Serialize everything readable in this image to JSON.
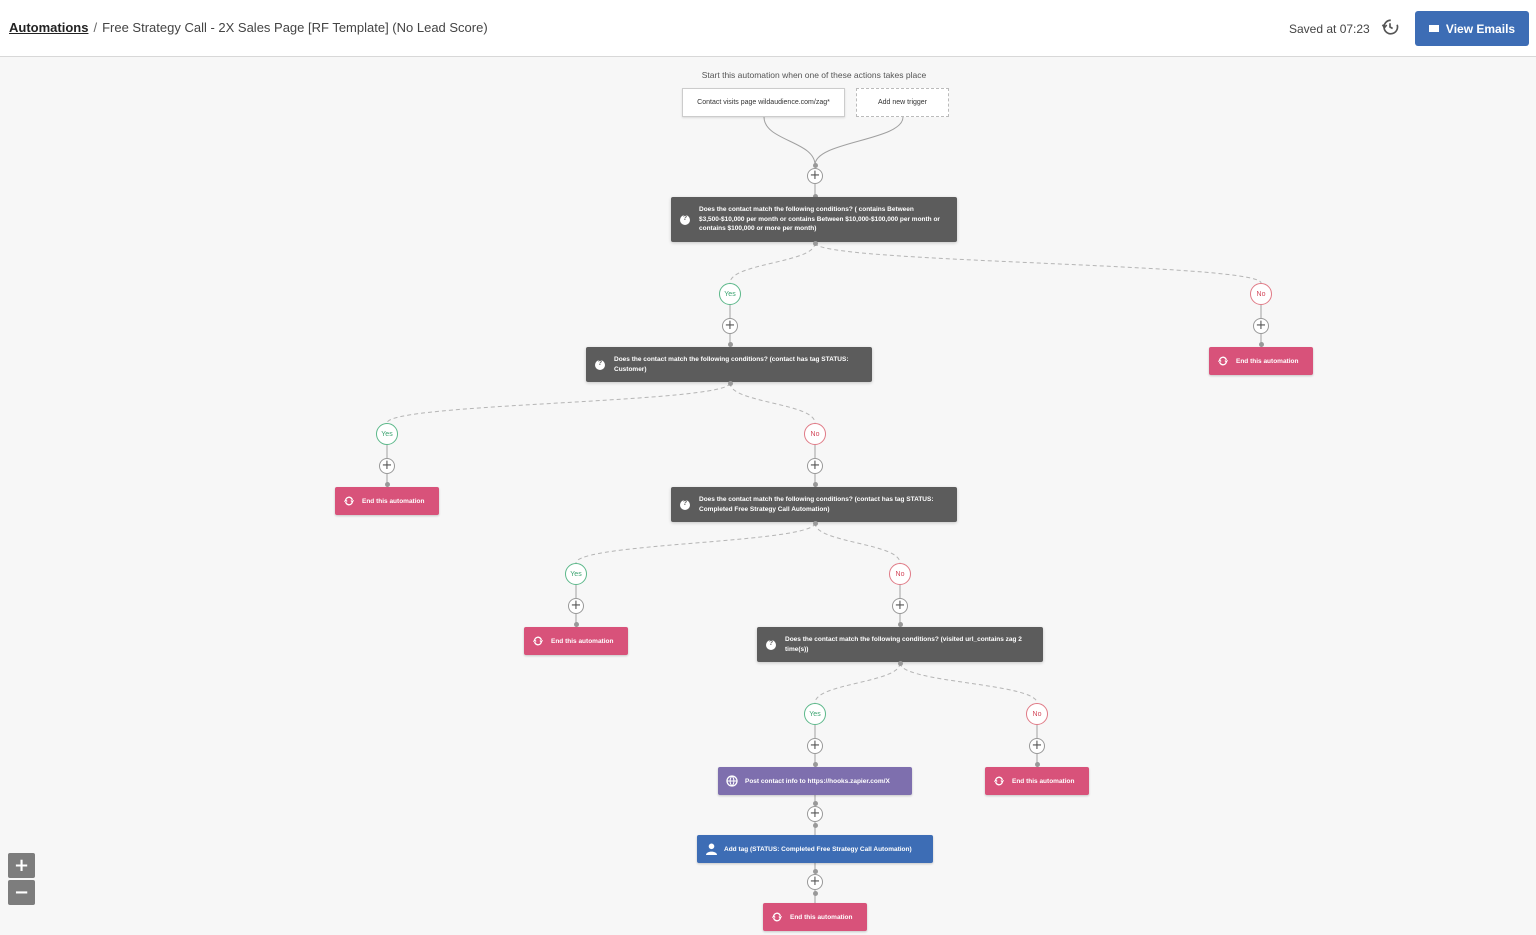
{
  "header": {
    "breadcrumb_link": "Automations",
    "breadcrumb_separator": "/",
    "title": "Free Strategy Call - 2X Sales Page [RF Template] (No Lead Score)",
    "saved_text": "Saved at 07:23",
    "view_emails_label": "View Emails"
  },
  "workflow": {
    "start_text": "Start this automation when one of these actions takes place",
    "trigger_label": "Contact visits page wildaudience.com/zag*",
    "add_trigger_label": "Add new trigger",
    "yes_label": "Yes",
    "no_label": "No",
    "end_label": "End this automation",
    "conditions": [
      "Does the contact match the following conditions? ( contains Between $3,500-$10,000 per month or contains Between $10,000-$100,000 per month or contains $100,000 or more per month)",
      "Does the contact match the following conditions? (contact has tag STATUS: Customer)",
      "Does the contact match the following conditions? (contact has tag STATUS: Completed Free Strategy Call Automation)",
      "Does the contact match the following conditions? (visited url_contains zag 2 time(s))"
    ],
    "webhook_label": "Post contact info to https://hooks.zapier.com/X",
    "tag_label": "Add tag (STATUS: Completed Free Strategy Call Automation)"
  },
  "zoom": {
    "in_label": "+",
    "out_label": "−"
  },
  "colors": {
    "condition": "#5c5c5c",
    "end": "#d8527a",
    "webhook": "#7e6fae",
    "tag": "#3d6db5",
    "yes": "#3aa36f",
    "no": "#d3475a",
    "primary_button": "#3d6db5"
  },
  "icons": {
    "history": "history-icon",
    "envelope": "envelope-icon",
    "question": "question-icon",
    "end": "refresh-icon",
    "webhook": "globe-icon",
    "tag": "user-icon"
  }
}
